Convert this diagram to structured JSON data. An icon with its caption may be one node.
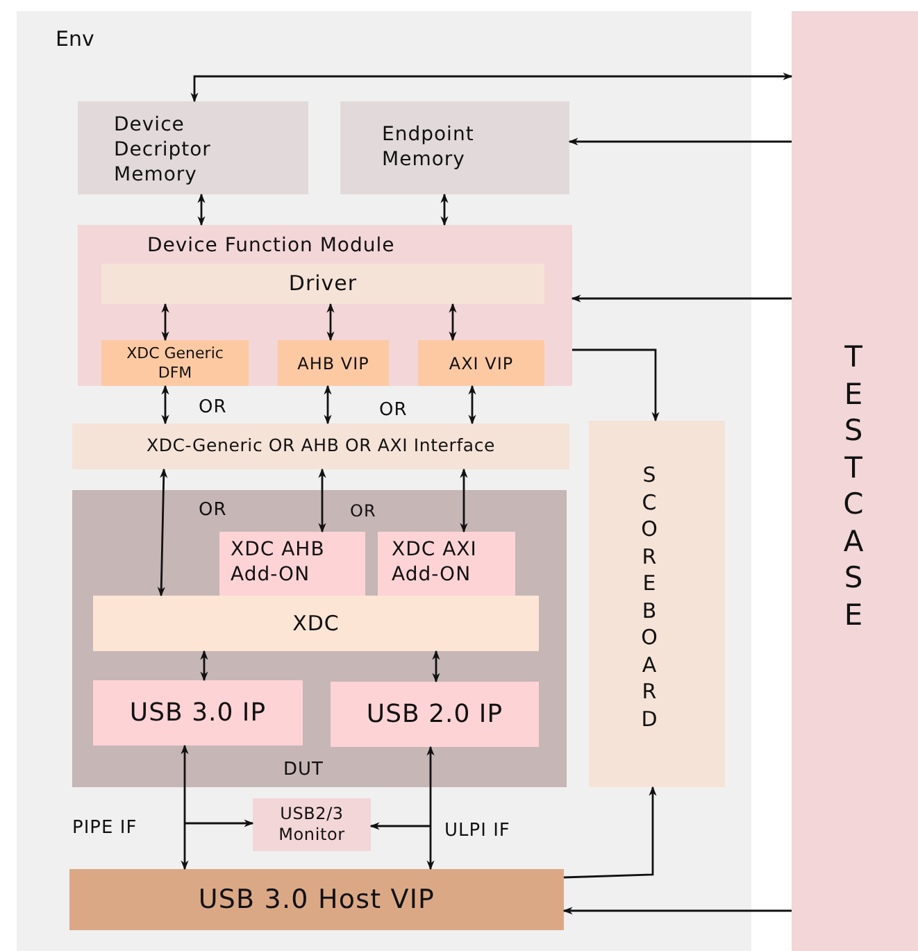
{
  "diagram": {
    "nodes": [
      {
        "text": [
          "Env"
        ]
      },
      {
        "text": [
          "Device Decriptor Memory"
        ],
        "in": 0
      },
      {
        "text": [
          "Endpoint Memory"
        ],
        "in": 0
      },
      {
        "text": [
          "Device Function Module"
        ],
        "in": 0
      },
      {
        "text": [
          "Driver"
        ],
        "in": 3
      },
      {
        "text": [
          "XDC Generic DFM"
        ],
        "in": 3
      },
      {
        "text": [
          "AHB VIP"
        ],
        "in": 3
      },
      {
        "text": [
          "AXI VIP"
        ],
        "in": 3
      },
      {
        "text": [
          "XDC-Generic OR AHB OR AXI Interface"
        ],
        "in": 0
      },
      {
        "text": [
          "DUT"
        ],
        "in": 0
      },
      {
        "text": [
          "XDC AHB Add-ON"
        ],
        "in": 9
      },
      {
        "text": [
          "XDC AXI Add-ON"
        ],
        "in": 9
      },
      {
        "text": [
          "XDC"
        ],
        "in": 9
      },
      {
        "text": [
          "USB 3.0 IP"
        ],
        "in": 9
      },
      {
        "text": [
          "USB 2.0 IP"
        ],
        "in": 9
      },
      {
        "text": [
          "SCOREBOARD"
        ],
        "in": 0
      },
      {
        "text": [
          "USB2/3 Monitor"
        ],
        "in": 0
      },
      {
        "text": [
          "USB 3.0 Host VIP"
        ],
        "in": 0
      },
      {
        "text": [
          "TESTCASE"
        ]
      }
    ],
    "edges": [
      {
        "from": 18,
        "to": 1,
        "arrow": "both"
      },
      {
        "from": 18,
        "to": 2,
        "arrow": "to"
      },
      {
        "from": 1,
        "to": 3,
        "arrow": "both"
      },
      {
        "from": 2,
        "to": 3,
        "arrow": "both"
      },
      {
        "from": 18,
        "to": 3,
        "arrow": "to"
      },
      {
        "from": 4,
        "to": 5,
        "arrow": "both"
      },
      {
        "from": 4,
        "to": 6,
        "arrow": "both"
      },
      {
        "from": 4,
        "to": 7,
        "arrow": "both"
      },
      {
        "from": 5,
        "to": 8,
        "arrow": "both"
      },
      {
        "from": 6,
        "to": 8,
        "arrow": "both"
      },
      {
        "from": 7,
        "to": 8,
        "arrow": "both"
      },
      {
        "from": 8,
        "to": 12,
        "arrow": "both"
      },
      {
        "from": 8,
        "to": 10,
        "arrow": "both"
      },
      {
        "from": 8,
        "to": 11,
        "arrow": "both"
      },
      {
        "from": 12,
        "to": 13,
        "arrow": "both"
      },
      {
        "from": 12,
        "to": 14,
        "arrow": "both"
      },
      {
        "from": 13,
        "to": 17,
        "arrow": "both"
      },
      {
        "from": 14,
        "to": 17,
        "arrow": "both"
      },
      {
        "from": null,
        "to": 16,
        "arrow": "to"
      },
      {
        "from": null,
        "to": 16,
        "arrow": "to"
      },
      {
        "from": 3,
        "to": 15,
        "arrow": "to"
      },
      {
        "from": 17,
        "to": 15,
        "arrow": "to"
      },
      {
        "from": 18,
        "to": 17,
        "arrow": "to"
      }
    ],
    "labels": [
      "OR",
      "OR",
      "OR",
      "OR",
      "PIPE IF",
      "ULPI IF"
    ]
  }
}
